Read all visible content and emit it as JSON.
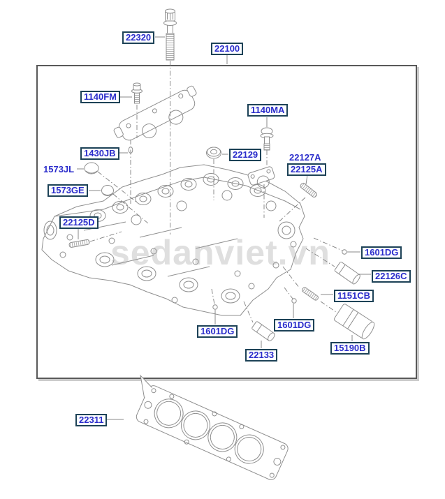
{
  "diagram": {
    "watermark": "sedanviet.vn",
    "colors": {
      "label_text_blue": "#2b2dcb",
      "label_border": "#1d4257",
      "frame_border": "#595959",
      "line_art_gray": "#8f8f8f"
    },
    "labels": {
      "p22320": "22320",
      "p22100": "22100",
      "p1140FM": "1140FM",
      "p1140MA": "1140MA",
      "p1430JB": "1430JB",
      "p22129": "22129",
      "p22127A": "22127A",
      "p22125A": "22125A",
      "p1573JL": "1573JL",
      "p1573GE": "1573GE",
      "p22125D": "22125D",
      "p1601DG": "1601DG",
      "p22126C": "22126C",
      "p1151CB": "1151CB",
      "p22133": "22133",
      "p15190B": "15190B",
      "p22311": "22311"
    }
  }
}
